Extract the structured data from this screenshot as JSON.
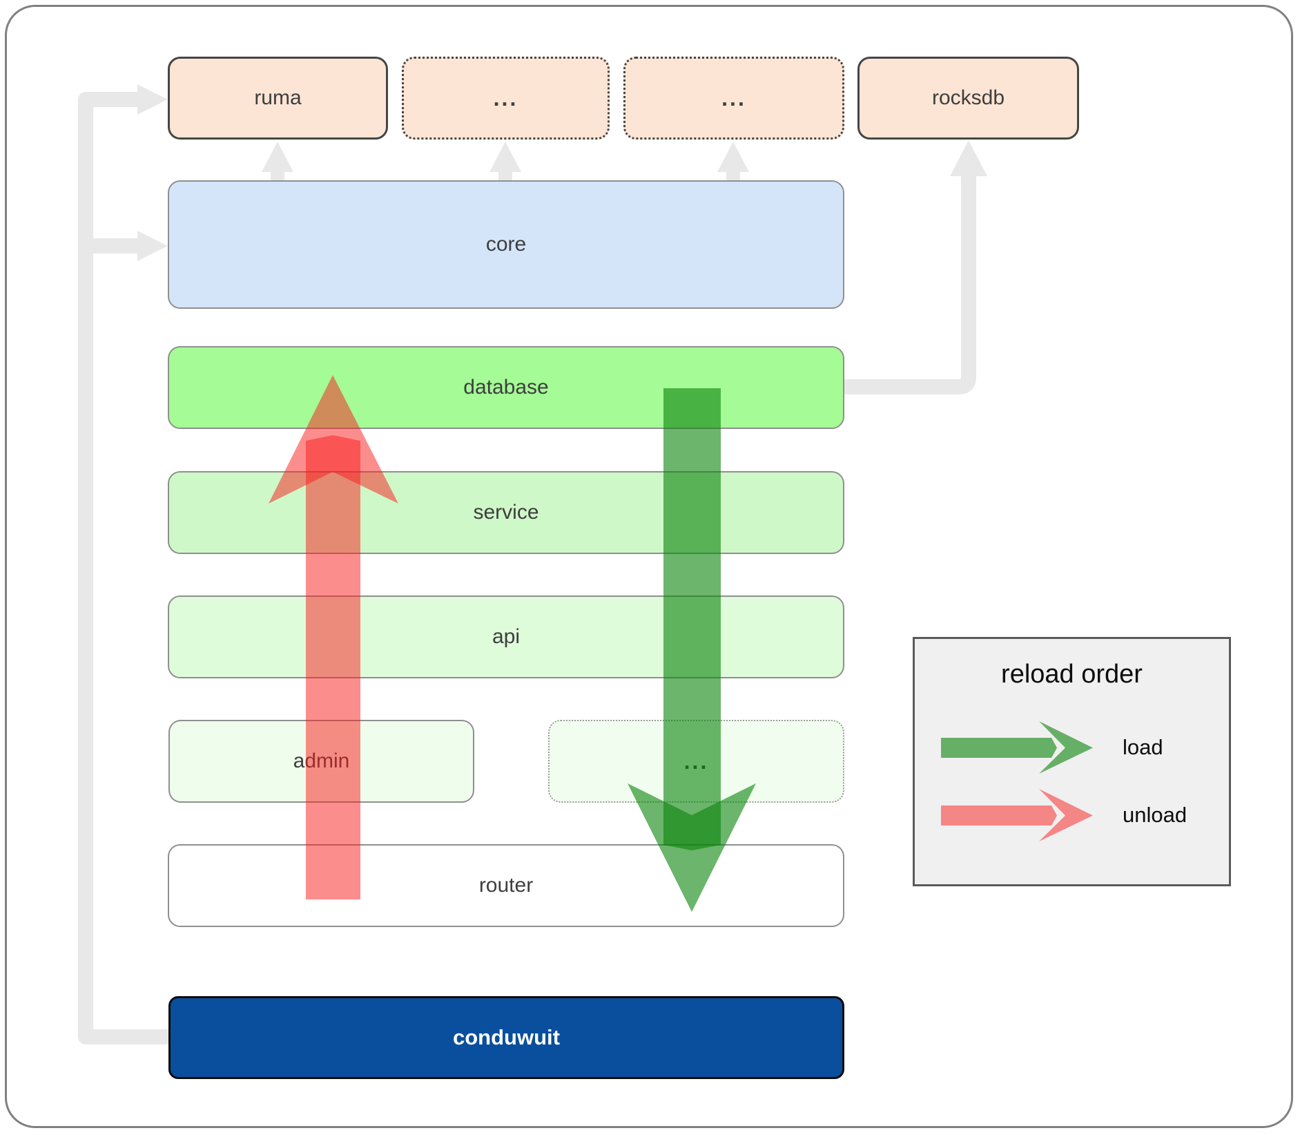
{
  "boxes": {
    "ruma": {
      "label": "ruma"
    },
    "ellipsis1": {
      "label": "..."
    },
    "ellipsis2": {
      "label": "..."
    },
    "rocksdb": {
      "label": "rocksdb"
    },
    "core": {
      "label": "core"
    },
    "database": {
      "label": "database"
    },
    "service": {
      "label": "service"
    },
    "api": {
      "label": "api"
    },
    "admin": {
      "label": "admin"
    },
    "ellipsis3": {
      "label": "..."
    },
    "router": {
      "label": "router"
    },
    "conduwuit": {
      "label": "conduwuit"
    }
  },
  "legend": {
    "title": "reload order",
    "load_label": "load",
    "unload_label": "unload"
  },
  "colors": {
    "peach_fill": "#fce5d5",
    "core_fill": "#d4e5f9",
    "database_fill": "#a5fb96",
    "service_fill": "#cff8c8",
    "api_fill": "#defbda",
    "admin_fill": "#effdec",
    "admin_ellipsis_fill": "#f1fdef",
    "router_fill": "#ffffff",
    "conduwuit_fill": "#094f9d",
    "legend_fill": "#f0f0f0",
    "connector_gray": "#e8e8e8",
    "load_green": "#0a840a",
    "unload_red": "#f91b1b"
  }
}
